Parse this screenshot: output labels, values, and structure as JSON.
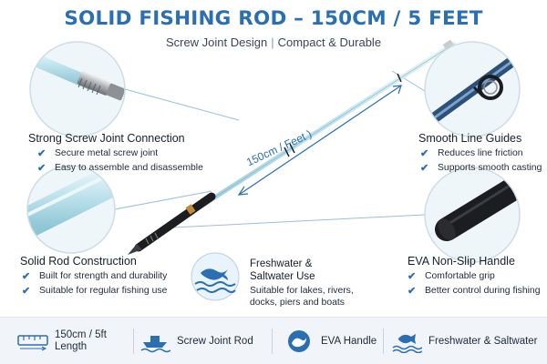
{
  "header": {
    "title": "SOLID FISHING ROD – 150CM / 5 FEET",
    "subtitle_left": "Screw Joint Design",
    "subtitle_sep": "|",
    "subtitle_right": "Compact & Durable"
  },
  "measure_label": "150cm / Feet )",
  "features": {
    "screw_joint": {
      "title": "Strong Screw Joint Connection",
      "bullets": [
        "Secure metal screw joint",
        "Easy to assemble and disassemble"
      ]
    },
    "line_guides": {
      "title": "Smooth Line Guides",
      "bullets": [
        "Reduces line friction",
        "Supports smooth casting"
      ]
    },
    "solid_rod": {
      "title": "Solid Rod Construction",
      "bullets": [
        "Built for strength and durability",
        "Suitable for regular fishing use"
      ]
    },
    "handle": {
      "title": "EVA Non-Slip Handle",
      "bullets": [
        "Comfortable grip",
        "Better control during fishing"
      ]
    },
    "water": {
      "title_line1": "Freshwater &",
      "title_line2": "Saltwater Use",
      "description": "Suitable for lakes, rivers, docks, piers and boats"
    }
  },
  "bottom_bar": {
    "length_line1": "150cm / 5ft",
    "length_line2": "Length",
    "screw": "Screw Joint Rod",
    "eva": "EVA Handle",
    "water": "Freshwater & Saltwater"
  },
  "colors": {
    "accent": "#2a6fb3",
    "rod": "#bfe4ee",
    "handle": "#1b1d21",
    "bar_bg": "#f1f4f8"
  },
  "check_glyph": "✔"
}
